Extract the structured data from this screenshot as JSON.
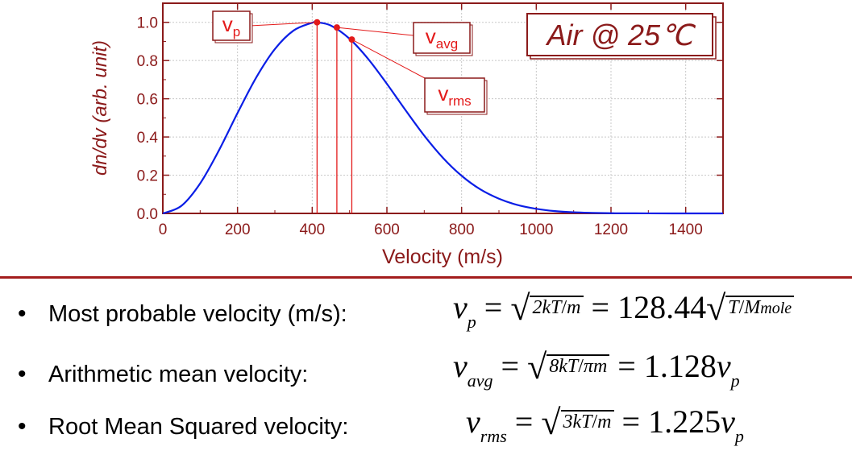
{
  "chart_data": {
    "type": "line",
    "ylabel": "dn/dv (arb. unit)",
    "xlabel": "Velocity (m/s)",
    "xlim": [
      0,
      1500
    ],
    "ylim": [
      0,
      1.1
    ],
    "xticks": [
      0,
      200,
      400,
      600,
      800,
      1000,
      1200,
      1400
    ],
    "yticks": [
      0.0,
      0.2,
      0.4,
      0.6,
      0.8,
      1.0
    ],
    "xtick_labels": [
      "0",
      "200",
      "400",
      "600",
      "800",
      "1000",
      "1200",
      "1400"
    ],
    "ytick_labels": [
      "0.0",
      "0.2",
      "0.4",
      "0.6",
      "0.8",
      "1.0"
    ],
    "grid": true,
    "series": [
      {
        "color": "#0a1ee6",
        "x": [
          0,
          50,
          100,
          150,
          200,
          250,
          300,
          350,
          400,
          413,
          450,
          500,
          550,
          600,
          650,
          700,
          750,
          800,
          850,
          900,
          950,
          1000,
          1050,
          1100,
          1150,
          1200,
          1250,
          1300,
          1400,
          1500
        ],
        "y": [
          0.0,
          0.04,
          0.157,
          0.329,
          0.525,
          0.711,
          0.86,
          0.957,
          0.998,
          1.0,
          0.983,
          0.914,
          0.808,
          0.678,
          0.54,
          0.407,
          0.291,
          0.197,
          0.126,
          0.077,
          0.044,
          0.024,
          0.012,
          0.006,
          0.003,
          0.001,
          0.0006,
          0.0003,
          0.0,
          0.0
        ]
      }
    ],
    "markers": [
      {
        "label": "v",
        "sub": "p",
        "x": 413,
        "y": 1.0
      },
      {
        "label": "v",
        "sub": "avg",
        "x": 466,
        "y": 0.973
      },
      {
        "label": "v",
        "sub": "rms",
        "x": 506,
        "y": 0.91
      }
    ],
    "annotation": {
      "text": "Air @ 25℃"
    },
    "colors": {
      "axis": "#8b1a1a",
      "curve": "#0a1ee6",
      "marker": "#e31a1a",
      "grid": "#c8c8c8"
    }
  },
  "bullets": [
    {
      "text": "Most probable velocity (m/s):",
      "eq_lhs": "v",
      "eq_lhs_sub": "p",
      "eq_rad_num": "2kT",
      "eq_rad_den": "m",
      "eq_mid": "128.44",
      "eq_rad2_num": "T",
      "eq_rad2_den": "M",
      "eq_rad2_den_sub": "mole",
      "eq_tail": ""
    },
    {
      "text": "Arithmetic mean velocity:",
      "eq_lhs": "v",
      "eq_lhs_sub": "avg",
      "eq_rad_num": "8kT",
      "eq_rad_den": "πm",
      "eq_mid": "1.128",
      "eq_tail": "v",
      "eq_tail_sub": "p"
    },
    {
      "text": "Root Mean Squared velocity:",
      "eq_lhs": "v",
      "eq_lhs_sub": "rms",
      "eq_rad_num": "3kT",
      "eq_rad_den": "m",
      "eq_mid": "1.225",
      "eq_tail": "v",
      "eq_tail_sub": "p"
    }
  ]
}
